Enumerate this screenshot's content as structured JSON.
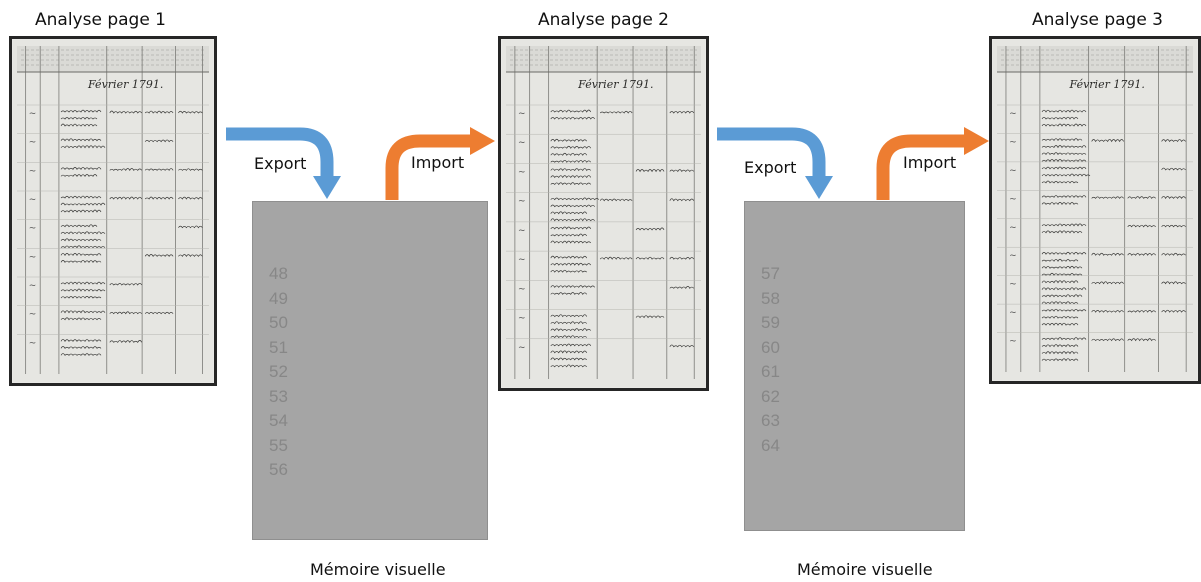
{
  "pages": [
    {
      "title": "Analyse page 1",
      "heading": "Février 1791."
    },
    {
      "title": "Analyse page 2",
      "heading": "Février 1791."
    },
    {
      "title": "Analyse page 3",
      "heading": "Février 1791."
    }
  ],
  "memories": [
    {
      "caption": "Mémoire visuelle",
      "numbers": [
        "48",
        "49",
        "50",
        "51",
        "52",
        "53",
        "54",
        "55",
        "56"
      ]
    },
    {
      "caption": "Mémoire visuelle",
      "numbers": [
        "57",
        "58",
        "59",
        "60",
        "61",
        "62",
        "63",
        "64"
      ]
    }
  ],
  "arrows": [
    {
      "label": "Export",
      "color": "#5b9bd5"
    },
    {
      "label": "Import",
      "color": "#ed7d31"
    },
    {
      "label": "Export",
      "color": "#5b9bd5"
    },
    {
      "label": "Import",
      "color": "#ed7d31"
    }
  ]
}
